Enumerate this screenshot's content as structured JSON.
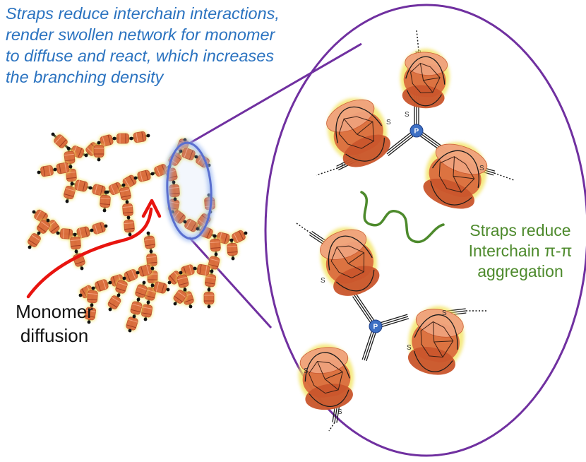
{
  "captions": {
    "top": [
      "Straps reduce interchain interactions,",
      "render swollen network for monomer",
      "to diffuse and react, which increases",
      "the branching density"
    ],
    "right": [
      "Straps reduce",
      "Interchain π-π",
      "aggregation"
    ],
    "left": [
      "Monomer",
      "diffusion"
    ]
  },
  "labels": {
    "core": "P",
    "sulfur": "S"
  },
  "colors": {
    "caption_blue": "#2b73c0",
    "caption_green": "#4d8a2c",
    "ellipse_purple": "#7030a0",
    "unit_orange": "#d9663a",
    "unit_glow": "#f2e25a",
    "arrow_red": "#e8140f",
    "core_blue": "#3d6fc4"
  }
}
